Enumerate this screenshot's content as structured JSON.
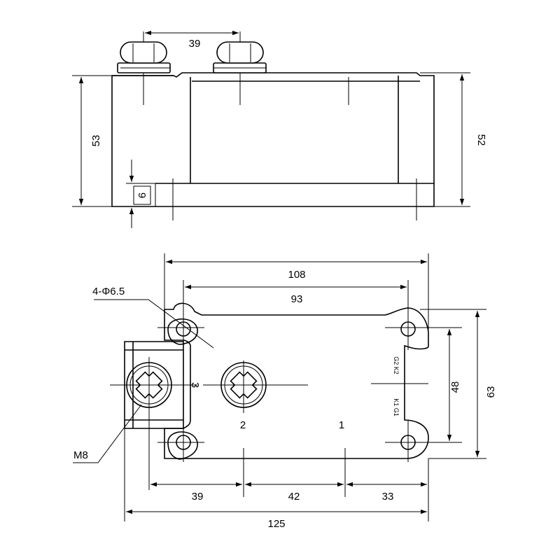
{
  "drawing": {
    "side_view": {
      "dims": {
        "terminal_spacing": "39",
        "height_left": "53",
        "height_right": "52",
        "base_thickness": "9"
      }
    },
    "top_view": {
      "dims": {
        "overall_hole_span": "108",
        "hole_spacing": "93",
        "hole_spec": "4-Φ6.5",
        "width_hole_spacing": "48",
        "width_overall": "63",
        "seg_left": "39",
        "seg_mid": "42",
        "seg_right": "33",
        "length_overall": "125",
        "thread_spec": "M8"
      },
      "terminals": {
        "t3": "3",
        "t2": "2",
        "t1": "1",
        "g2k2": "G2 K2",
        "k1g1": "K1 G1"
      }
    }
  }
}
